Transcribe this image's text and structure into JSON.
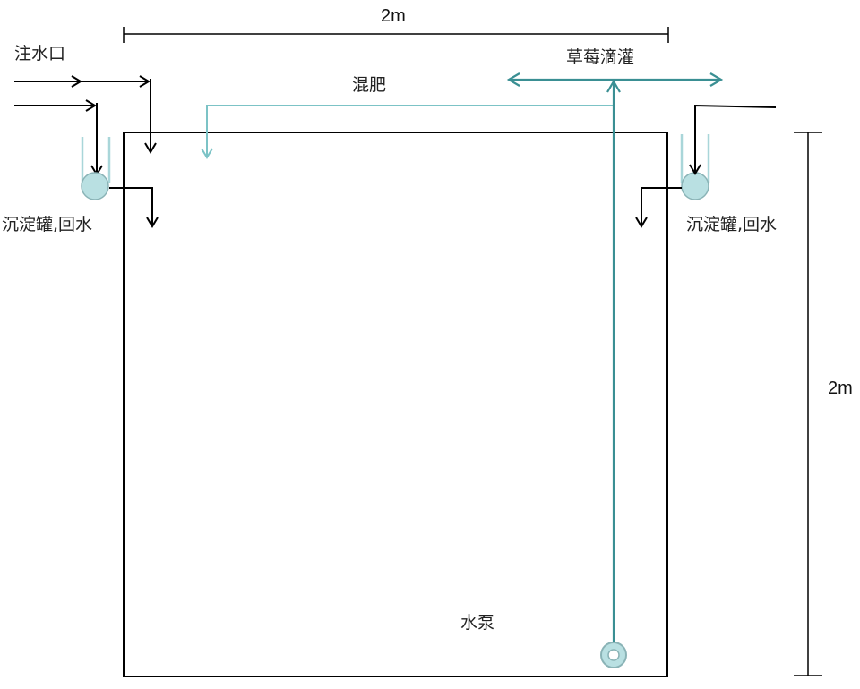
{
  "labels": {
    "inlet": "注水口",
    "fertilizer": "混肥",
    "strawberry_drip": "草莓滴灌",
    "tank_left": "沉淀罐,回水",
    "tank_right": "沉淀罐,回水",
    "pump": "水泵",
    "width_dim": "2m",
    "height_dim": "2m"
  },
  "colors": {
    "line": "#000000",
    "fertilizer_line": "#7cc3c6",
    "drip_line": "#3a8f93",
    "tank_fill": "#b9e0e2",
    "tank_stroke": "#8ab3b6",
    "tank_tube": "#a9d6d9"
  }
}
